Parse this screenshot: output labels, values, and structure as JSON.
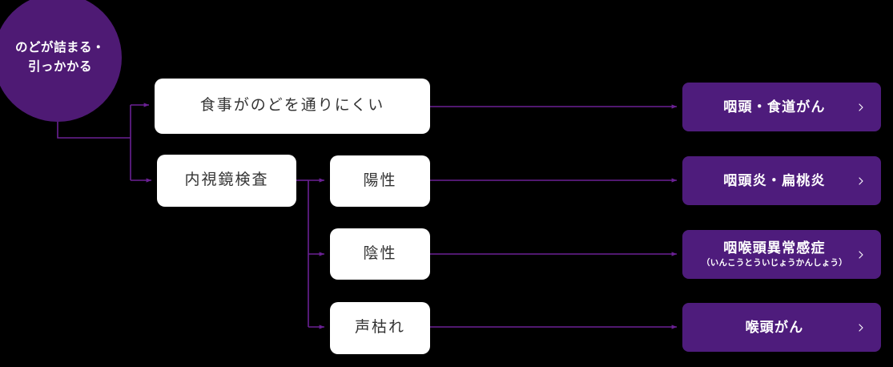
{
  "colors": {
    "background": "#000000",
    "circle_fill": "#4E1A74",
    "button_fill": "#4E1C7C",
    "connector": "#6A2094",
    "box_fill": "#FFFFFF",
    "box_text": "#333333",
    "on_purple_text": "#FFFFFF"
  },
  "root": {
    "label": "のどが詰まる・\n引っかかる"
  },
  "symptoms": [
    {
      "label": "食事がのどを通りにくい"
    },
    {
      "label": "内視鏡検査"
    }
  ],
  "findings": [
    {
      "label": "陽性"
    },
    {
      "label": "陰性"
    },
    {
      "label": "声枯れ"
    }
  ],
  "results": [
    {
      "title": "咽頭・食道がん",
      "subtitle": "",
      "chevron": "chevron-right-icon"
    },
    {
      "title": "咽頭炎・扁桃炎",
      "subtitle": "",
      "chevron": "chevron-right-icon"
    },
    {
      "title": "咽喉頭異常感症",
      "subtitle": "（いんこうとういじょうかんしょう）",
      "chevron": "chevron-right-icon"
    },
    {
      "title": "喉頭がん",
      "subtitle": "",
      "chevron": "chevron-right-icon"
    }
  ]
}
